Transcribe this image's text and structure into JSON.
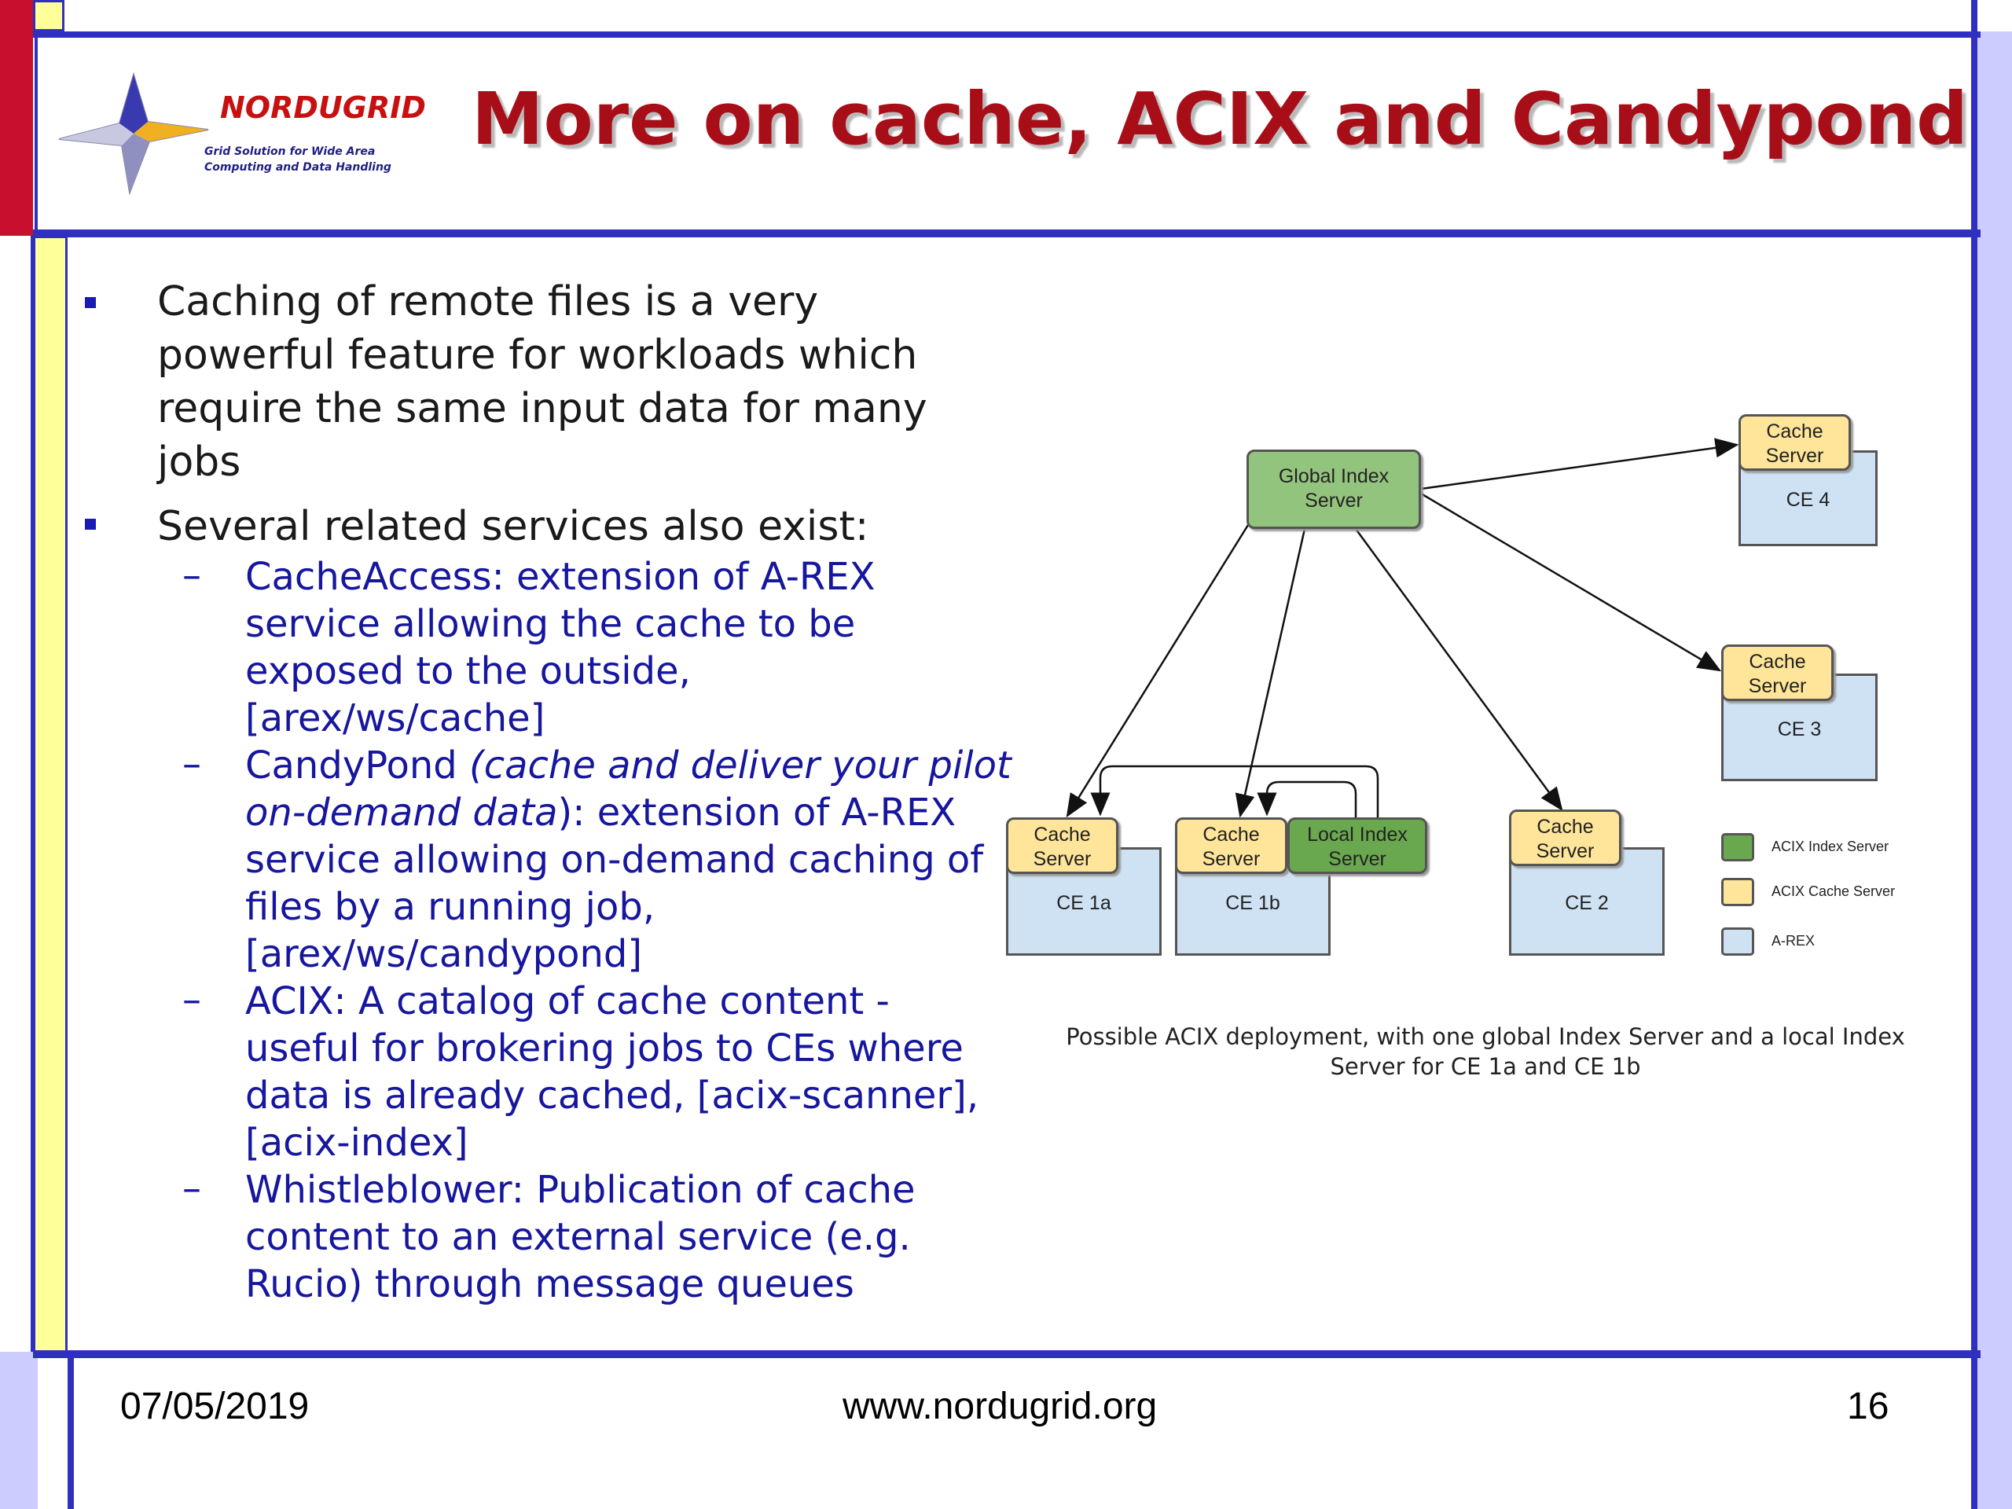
{
  "logo": {
    "name": "NORDUGRID",
    "tagline_1": "Grid Solution for Wide Area",
    "tagline_2": "Computing and Data Handling"
  },
  "title": "More on cache, ACIX and Candypond",
  "bullets": [
    {
      "lines": [
        "Caching of remote files is a very",
        "powerful feature for workloads which",
        "require the same input data for many",
        "jobs"
      ]
    },
    {
      "lines": [
        "Several related services also exist:"
      ]
    }
  ],
  "subitems": [
    {
      "lines": [
        "CacheAccess: extension of A-REX",
        "service allowing the cache to be",
        "exposed to the outside,",
        "[arex/ws/cache]"
      ]
    },
    {
      "line1_normal": "CandyPond ",
      "line1_italic": "(cache and deliver your pilot",
      "line2_italic": "on-demand data",
      "line2_normal": "): extension of A-REX",
      "lines_rest": [
        "service allowing on-demand caching of",
        "files by a running job,",
        "[arex/ws/candypond]"
      ]
    },
    {
      "lines": [
        "ACIX: A catalog of cache content -",
        "useful for brokering jobs to CEs where",
        "data is already cached, [acix-scanner],",
        "[acix-index]"
      ]
    },
    {
      "lines": [
        "Whistleblower: Publication of cache",
        "content to an external service (e.g.",
        "Rucio) through message queues"
      ]
    }
  ],
  "dash": "–",
  "diagram": {
    "global_index_1": "Global Index",
    "global_index_2": "Server",
    "local_index_1": "Local Index",
    "local_index_2": "Server",
    "cache_1": "Cache",
    "cache_2": "Server",
    "ce1a": "CE 1a",
    "ce1b": "CE 1b",
    "ce2": "CE 2",
    "ce3": "CE 3",
    "ce4": "CE 4",
    "legend": [
      "ACIX Index Server",
      "ACIX Cache Server",
      "A-REX"
    ],
    "colors": {
      "index": "#93c47d",
      "local_index": "#6aa84f",
      "cache": "#ffe599",
      "arex": "#cfe2f3"
    }
  },
  "caption_1": "Possible ACIX deployment, with one global Index Server and a local Index",
  "caption_2": "Server for CE 1a and CE 1b",
  "footer": {
    "date": "07/05/2019",
    "url": "www.nordugrid.org",
    "page": "16"
  }
}
